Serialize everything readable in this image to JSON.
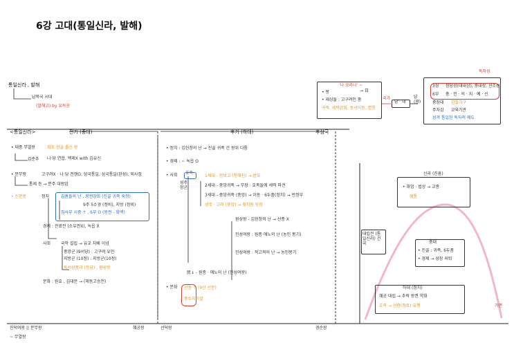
{
  "title": "6강 고대(통일신라, 발해)",
  "topleft": {
    "line1": "통일신라 , 발해",
    "line2": "남북국 시대",
    "line3": "(발해고) by 유득공"
  },
  "topright": {
    "bullet1": "• 왕",
    "note_red": "'나 오라니' ~",
    "arrow_day": "→ 日",
    "bullet2": "• 재상들 : 고구려인 중",
    "bullet3": "귀족, 세력강화, 동서이동, 명칭",
    "mid_label": "국가",
    "box_middle": "당 · 대",
    "small_note": "당\n(왕)",
    "list": [
      {
        "k": "3성",
        "v": "정당성(대내상), 중대성, 선조성"
      },
      {
        "k": "6부",
        "v": "충 · 인 · 의 · 지 · 예 · 신"
      },
      {
        "k": "중정대",
        "v": "감찰기구"
      },
      {
        "k": "주자감",
        "v": "교육기관"
      },
      {
        "k": "",
        "v": "성격 통일된 독자적 제도"
      }
    ],
    "dokjaseong": "독자성"
  },
  "headers": {
    "left": "<통일신라>",
    "early": "전기 (중대)",
    "late": "후기 (하대)",
    "right": "후삼국"
  },
  "early": {
    "item1": "• 태종 무열왕",
    "item1b": "김춘추",
    "item1r": "최초 진골 출신 왕",
    "item1r2": "나·당 연합, 백제X with 김유신",
    "item2": "• 문무왕",
    "item2r": "고구려X · 나·당 전쟁O, 삼국통일, 삼국통일(완성), 외사정",
    "item2b": "통제 등 → 분주 대왕암",
    "item3": "• 신문왕",
    "pol": "정치",
    "pol1": "김흠돌의 난 , 왕권강화 (진골 귀족 숙청)",
    "pol2": "집사부 시중 ↑ , 6부 O (왕권 - 화백)",
    "pol3": "9주 5소경 (정비), 지방 (정비)",
    "econ": "경제 : 관료전 (소유권X), 녹읍 X",
    "soc": "사회",
    "soc1": "국학 설립 → 유교 지배 이념",
    "soc2": "중앙군 (9서당) : 고구려 유민",
    "soc3": "지방군 (10정) : 지방군(10정)",
    "soc4": "독서삼품과 (등급) , 원성왕",
    "cul": "문화 : 원효 , 김대문 → (해동고승전)"
  },
  "late": {
    "pol": "• 정치 : 김헌창의 난 → 진골 귀족 간 왕위 다툼",
    "econ": "• 경제 : ~ 녹읍 O",
    "soc": "• 사회",
    "soc_label1": "호족",
    "soc_label2": "성주 장군",
    "soc_n1": "1세대 - 장보고 (청해진) → 완도",
    "soc_n2": "2세대 - 중앙귀족 → 무장 · 호족들에 세력 파견",
    "soc_n3": "3세대 - 중앙귀족 (중앙) → 이동 · 6두품(정치) → 반정부",
    "soc_n4": "성주 · 고려 (중앙) → 최치원 등장",
    "sub1": "원성왕 - 김헌창의 난 → 선종 X",
    "sub2": "진성여왕 : 원종·애노의 난 (농민 봉기)",
    "sub3": "진성여왕 : 적고적의 난 → 농민봉기",
    "people": "民↓ - 원종 · 애노의 난 (진성여왕)",
    "cul": "• 문화",
    "cul1": "선종 ↑ (9산 선문)",
    "cul2": "풍수지리설"
  },
  "bottom": {
    "left1": "진덕여왕 || 문무왕",
    "left2": "~ 무열왕",
    "left3": "혜공왕",
    "mid": "선덕왕",
    "right": "경순왕"
  },
  "graph": {
    "top_label": "신라 (진흥)",
    "top_note1": "• 화엄 · 법상 → 교종",
    "top_note2": "혜통",
    "left_box": "대립전 (통일신라) 건국",
    "mid_box_t": "중대",
    "mid_box1": "• 진골 : 귀족, 6두품",
    "mid_box2": "• 경제 → 성장 쇠퇴",
    "low_box_t": "하대 (정치)",
    "low_box1": "혜공 대립 → 추락 왕권 약화",
    "low_box2": "호족 → 선종(정토) 유행",
    "right_label": "가면"
  },
  "colors": {
    "yellow": "#fde64a",
    "red": "#d93a2b",
    "blue": "#2a6fd6",
    "pink": "#f4b6c4"
  }
}
